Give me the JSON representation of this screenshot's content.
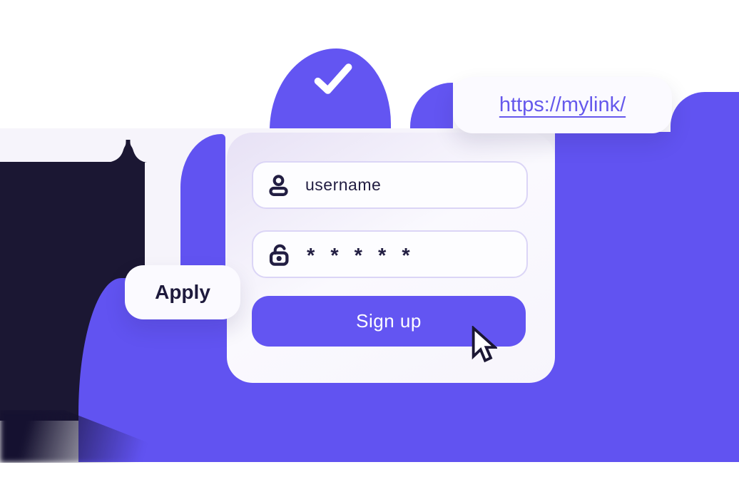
{
  "illustration": {
    "browser_pill": {
      "url_text": "https://mylink/"
    },
    "tag_pill": {
      "label": "Apply"
    },
    "signup_card": {
      "username_field": {
        "text": "username"
      },
      "password_field": {
        "masked_value": "* * * * *"
      },
      "signup_button": {
        "label": "Sign up"
      }
    },
    "colors": {
      "purple": "#6153F1",
      "button_purple": "#6355F2",
      "dark_navy": "#1B1733",
      "panel_lavender": "#F6F4FB",
      "card_white": "#FAF9FE",
      "field_border": "#DBD5F6",
      "link_text": "#6558EC",
      "text_dark": "#221E42"
    }
  }
}
